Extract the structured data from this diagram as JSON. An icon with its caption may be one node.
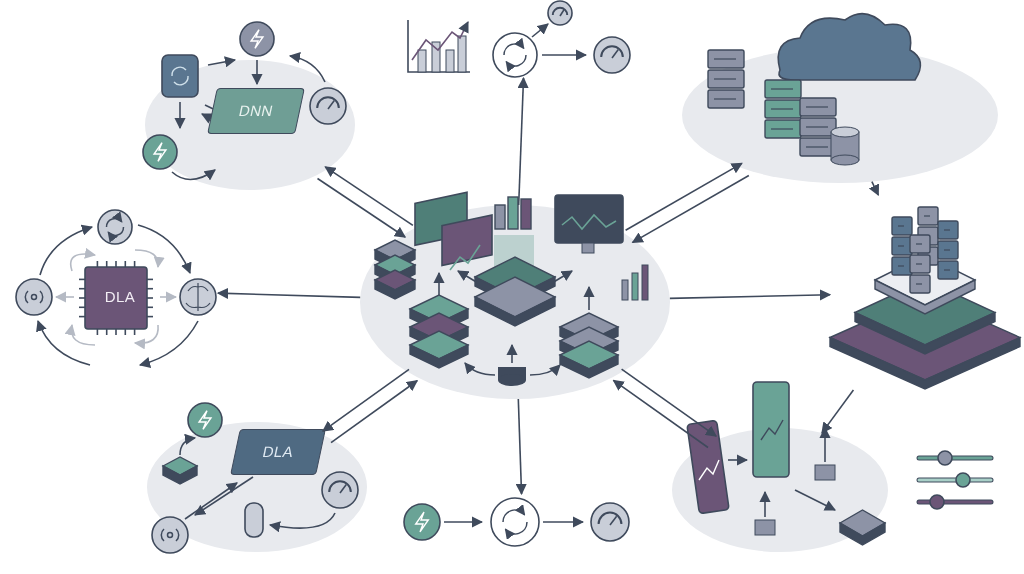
{
  "diagram": {
    "nodes": [
      {
        "text": [],
        "shape": "picture"
      },
      {
        "text": [
          "DNN"
        ]
      },
      {
        "text": [
          "DLA"
        ]
      },
      {
        "text": [
          "DLA"
        ]
      },
      {
        "text": [],
        "shape": "picture"
      },
      {
        "text": [],
        "shape": "picture"
      },
      {
        "text": [],
        "shape": "picture"
      },
      {
        "text": [],
        "shape": "picture"
      },
      {
        "text": [],
        "shape": "picture"
      }
    ],
    "edges": [
      {
        "from": 0,
        "to": 1,
        "arrow": "to"
      },
      {
        "from": 1,
        "to": 0,
        "arrow": "to"
      },
      {
        "from": 0,
        "to": 4,
        "arrow": "to"
      },
      {
        "from": 5,
        "to": 0,
        "arrow": "to"
      },
      {
        "from": 0,
        "to": 5,
        "arrow": "to"
      },
      {
        "from": 5,
        "to": 6,
        "arrow": "to"
      },
      {
        "from": 0,
        "to": 6,
        "arrow": "to"
      },
      {
        "from": 6,
        "to": 7,
        "arrow": "to"
      },
      {
        "from": 7,
        "to": 0,
        "arrow": "to"
      },
      {
        "from": 0,
        "to": 7,
        "arrow": "to"
      },
      {
        "from": 0,
        "to": 8,
        "arrow": "to"
      },
      {
        "from": 0,
        "to": 3,
        "arrow": "to"
      },
      {
        "from": 3,
        "to": 0,
        "arrow": "to"
      },
      {
        "from": 0,
        "to": 2,
        "arrow": "to"
      }
    ]
  }
}
